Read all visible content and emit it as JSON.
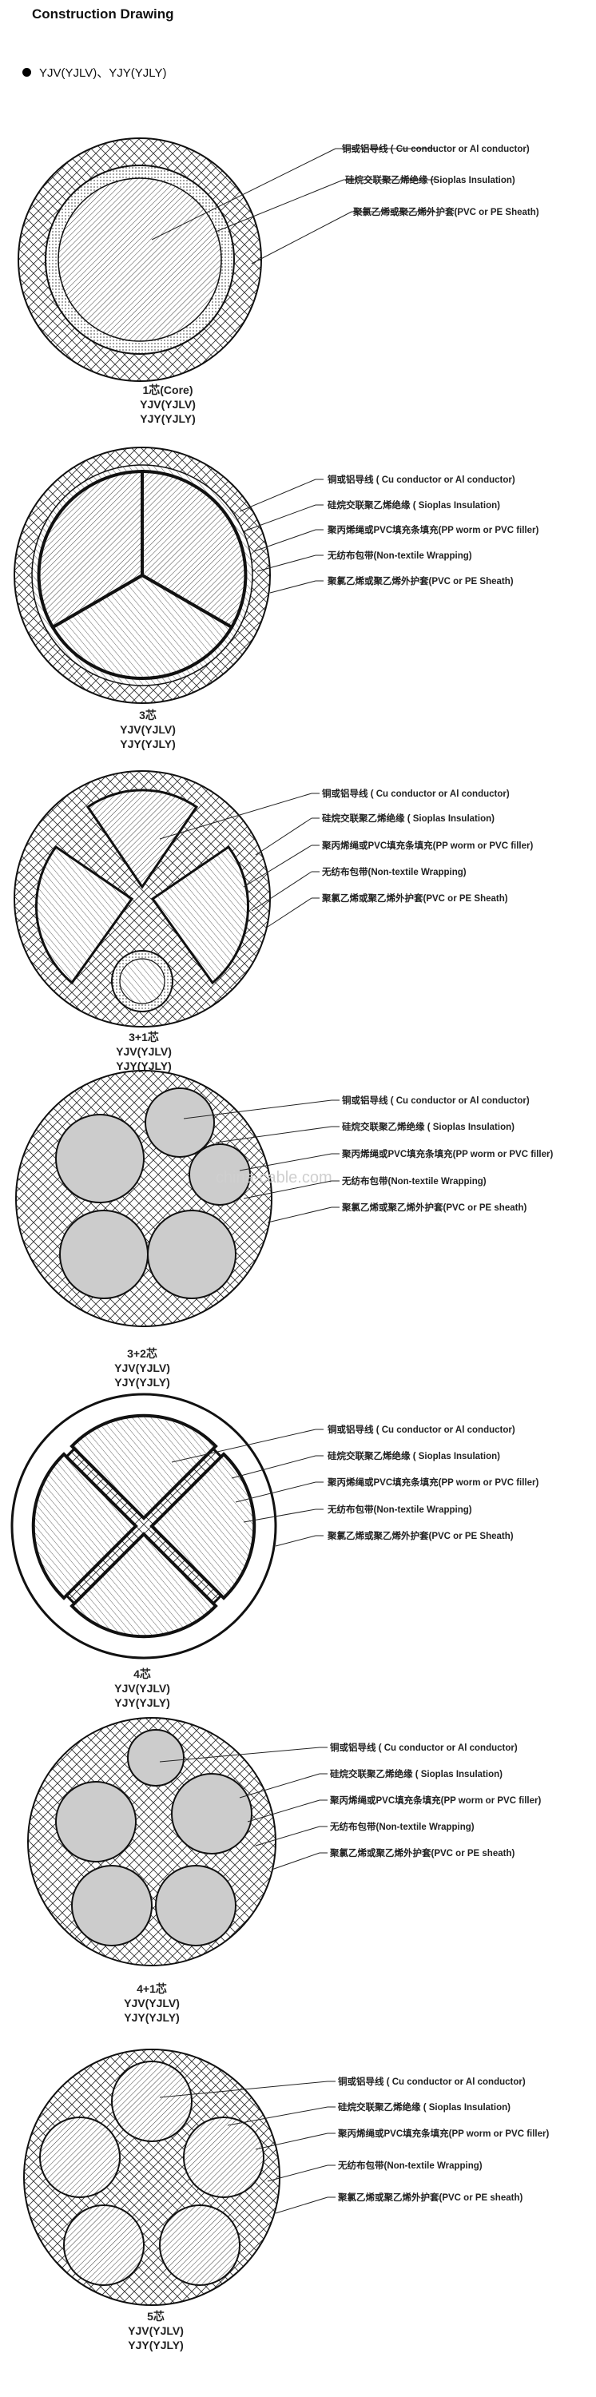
{
  "title": "Construction Drawing",
  "subtitle": "YJV(YJLV)、YJY(YJLY)",
  "watermark": "china-cable.com",
  "sections": [
    {
      "id": "core1",
      "caption": [
        "1芯(Core)",
        "YJV(YJLV)",
        "YJY(YJLY)"
      ],
      "labels": [
        "铜或铝导线 ( Cu conductor or Al conductor)",
        "硅烷交联聚乙烯绝缘 (Sioplas Insulation)",
        "聚氯乙烯或聚乙烯外护套(PVC or PE Sheath)"
      ]
    },
    {
      "id": "core3",
      "caption": [
        "3芯",
        "YJV(YJLV)",
        "YJY(YJLY)"
      ],
      "labels": [
        "铜或铝导线 ( Cu conductor or Al conductor)",
        "硅烷交联聚乙烯绝缘 ( Sioplas Insulation)",
        "聚丙烯绳或PVC填充条填充(PP worm or PVC filler)",
        "无纺布包带(Non-textile Wrapping)",
        "聚氯乙烯或聚乙烯外护套(PVC or PE Sheath)"
      ]
    },
    {
      "id": "core3p1",
      "caption": [
        "3+1芯",
        "YJV(YJLV)",
        "YJY(YJLY)"
      ],
      "labels": [
        "铜或铝导线 ( Cu conductor or Al conductor)",
        "硅烷交联聚乙烯绝缘 ( Sioplas Insulation)",
        "聚丙烯绳或PVC填充条填充(PP worm or PVC filler)",
        "无纺布包带(Non-textile Wrapping)",
        "聚氯乙烯或聚乙烯外护套(PVC or PE Sheath)"
      ]
    },
    {
      "id": "core3p2",
      "caption": [
        "3+2芯",
        "YJV(YJLV)",
        "YJY(YJLY)"
      ],
      "labels": [
        "铜或铝导线 ( Cu conductor or Al conductor)",
        "硅烷交联聚乙烯绝缘 ( Sioplas Insulation)",
        "聚丙烯绳或PVC填充条填充(PP worm or PVC filler)",
        "无纺布包带(Non-textile Wrapping)",
        "聚氯乙烯或聚乙烯外护套(PVC or PE  sheath)"
      ]
    },
    {
      "id": "core4",
      "caption": [
        "4芯",
        "YJV(YJLV)",
        "YJY(YJLY)"
      ],
      "labels": [
        "铜或铝导线 ( Cu conductor or Al conductor)",
        "硅烷交联聚乙烯绝缘 ( Sioplas Insulation)",
        "聚丙烯绳或PVC填充条填充(PP worm or PVC filler)",
        "无纺布包带(Non-textile Wrapping)",
        "聚氯乙烯或聚乙烯外护套(PVC or PE Sheath)"
      ]
    },
    {
      "id": "core4p1",
      "caption": [
        "4+1芯",
        "YJV(YJLV)",
        "YJY(YJLY)"
      ],
      "labels": [
        "铜或铝导线 ( Cu conductor or Al conductor)",
        "硅烷交联聚乙烯绝缘 ( Sioplas Insulation)",
        "聚丙烯绳或PVC填充条填充(PP worm or PVC filler)",
        "无纺布包带(Non-textile Wrapping)",
        "聚氯乙烯或聚乙烯外护套(PVC or PE  sheath)"
      ]
    },
    {
      "id": "core5",
      "caption": [
        "5芯",
        "YJV(YJLV)",
        "YJY(YJLY)"
      ],
      "labels": [
        "铜或铝导线 ( Cu conductor or Al conductor)",
        "硅烷交联聚乙烯绝缘 ( Sioplas Insulation)",
        "聚丙烯绳或PVC填充条填充(PP worm or PVC filler)",
        "无纺布包带(Non-textile Wrapping)",
        "聚氯乙烯或聚乙烯外护套(PVC or PE  sheath)"
      ]
    }
  ]
}
